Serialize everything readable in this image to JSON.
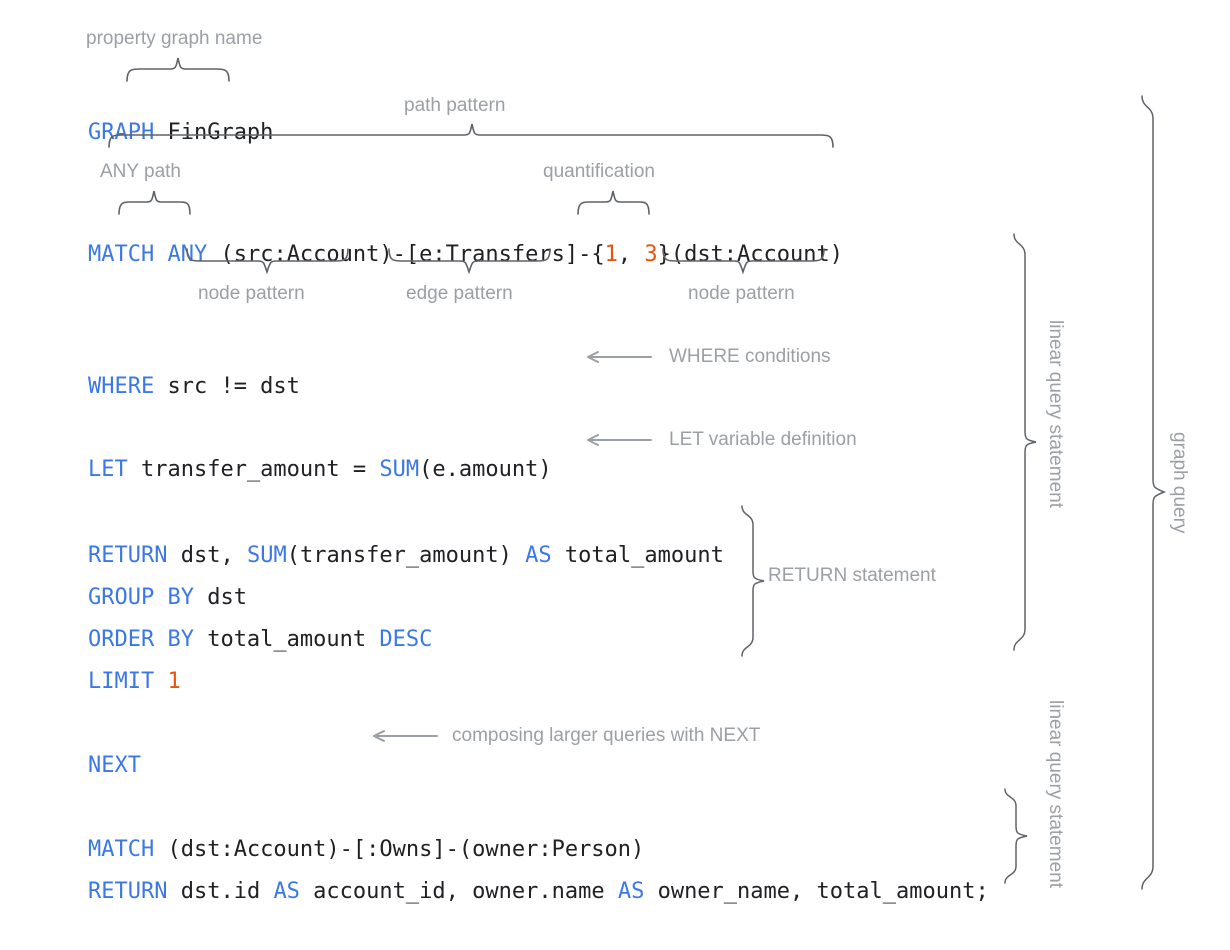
{
  "meta": {
    "title": "GQL graph query annotated syntax diagram",
    "background": "#ffffff",
    "keyword_color": "#3b78e7",
    "number_color": "#e8540c",
    "text_color": "#202124",
    "annotation_color": "#9aa0a6",
    "brace_color": "#5f6368"
  },
  "code": {
    "line_graph": {
      "kw": "GRAPH",
      "rest": " FinGraph"
    },
    "line_match": {
      "kw1": "MATCH",
      "sp1": " ",
      "kw2": "ANY",
      "rest1": " (src:Account)-[e:Transfers]-{",
      "num1": "1",
      "mid": ", ",
      "num2": "3",
      "rest2": "}(dst:Account)"
    },
    "line_where": {
      "kw": "WHERE",
      "rest": " src != dst"
    },
    "line_let": {
      "kw1": "LET",
      "rest1": " transfer_amount = ",
      "kw2": "SUM",
      "rest2": "(e.amount)"
    },
    "line_return": {
      "kw1": "RETURN",
      "rest1": " dst, ",
      "kw2": "SUM",
      "rest2": "(transfer_amount) ",
      "kw3": "AS",
      "rest3": " total_amount"
    },
    "line_group": {
      "kw": "GROUP BY",
      "rest": " dst"
    },
    "line_order": {
      "kw1": "ORDER BY",
      "rest1": " total_amount ",
      "kw2": "DESC"
    },
    "line_limit": {
      "kw": "LIMIT",
      "sp": " ",
      "num": "1"
    },
    "line_next": {
      "kw": "NEXT"
    },
    "line_match2": {
      "kw": "MATCH",
      "rest": " (dst:Account)-[:Owns]-(owner:Person)"
    },
    "line_return2": {
      "kw1": "RETURN",
      "rest1": " dst.id ",
      "kw2": "AS",
      "rest2": " account_id, owner.name ",
      "kw3": "AS",
      "rest3": " owner_name, total_amount;"
    }
  },
  "annotations": {
    "property_graph_name": "property graph name",
    "path_pattern": "path pattern",
    "any_path": "ANY path",
    "quantification": "quantification",
    "node_pattern_src": "node pattern",
    "edge_pattern": "edge pattern",
    "node_pattern_dst": "node pattern",
    "where_conditions": "WHERE conditions",
    "let_variable_definition": "LET variable definition",
    "return_statement": "RETURN statement",
    "composing_next": "composing larger queries with NEXT",
    "linear_query_statement_1": "linear query statement",
    "linear_query_statement_2": "linear query statement",
    "graph_query": "graph query"
  }
}
